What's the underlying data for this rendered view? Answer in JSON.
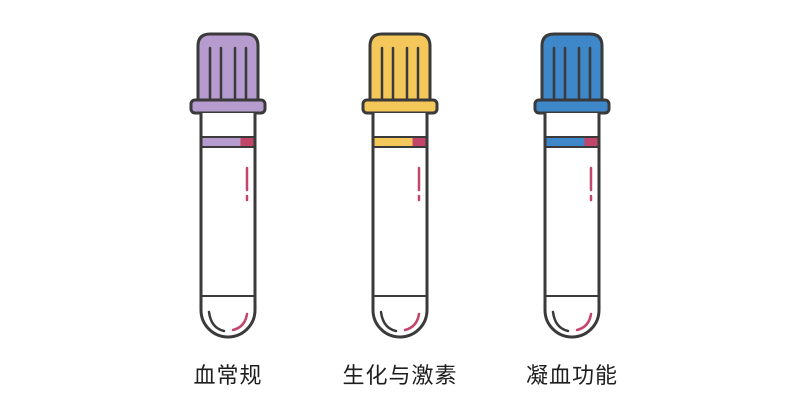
{
  "tubes": [
    {
      "label": "血常规",
      "cap_color": "#b59bce"
    },
    {
      "label": "生化与激素",
      "cap_color": "#f3c75a"
    },
    {
      "label": "凝血功能",
      "cap_color": "#3e88c9"
    }
  ],
  "colors": {
    "outline": "#3a3a3a",
    "accent_red": "#c2456a",
    "background": "#ffffff"
  },
  "icons": [
    "test-tube-icon"
  ]
}
